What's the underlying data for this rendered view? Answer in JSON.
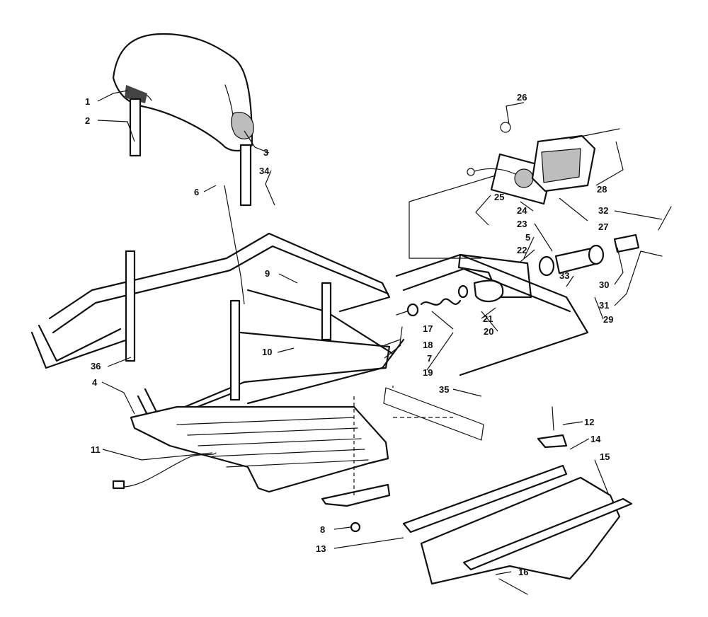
{
  "labels": [
    {
      "n": "1"
    },
    {
      "n": "2"
    },
    {
      "n": "3"
    },
    {
      "n": "34"
    },
    {
      "n": "6"
    },
    {
      "n": "26"
    },
    {
      "n": "28"
    },
    {
      "n": "25"
    },
    {
      "n": "24"
    },
    {
      "n": "23"
    },
    {
      "n": "5"
    },
    {
      "n": "22"
    },
    {
      "n": "32"
    },
    {
      "n": "27"
    },
    {
      "n": "33"
    },
    {
      "n": "30"
    },
    {
      "n": "31"
    },
    {
      "n": "29"
    },
    {
      "n": "9"
    },
    {
      "n": "21"
    },
    {
      "n": "17"
    },
    {
      "n": "20"
    },
    {
      "n": "18"
    },
    {
      "n": "7"
    },
    {
      "n": "19"
    },
    {
      "n": "10"
    },
    {
      "n": "36"
    },
    {
      "n": "4"
    },
    {
      "n": "35"
    },
    {
      "n": "12"
    },
    {
      "n": "14"
    },
    {
      "n": "15"
    },
    {
      "n": "11"
    },
    {
      "n": "8"
    },
    {
      "n": "13"
    },
    {
      "n": "16"
    }
  ]
}
